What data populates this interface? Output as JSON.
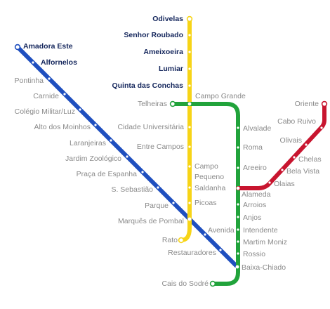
{
  "lines": {
    "blue": {
      "color": "#1f4fbf"
    },
    "yellow": {
      "color": "#f7d417"
    },
    "green": {
      "color": "#21a33b"
    },
    "red": {
      "color": "#c8152f"
    }
  },
  "label_colors": {
    "default": "#8a8a8a",
    "terminus_blue_yellow": "#14265c"
  },
  "stations": {
    "odivelas": "Odivelas",
    "senhor_roubado": "Senhor Roubado",
    "ameixoeira": "Ameixoeira",
    "lumiar": "Lumiar",
    "quinta_das_conchas": "Quinta das Conchas",
    "campo_grande": "Campo Grande",
    "telheiras": "Telheiras",
    "cidade_universitaria": "Cidade Universitária",
    "entre_campos": "Entre Campos",
    "campo_pequeno_1": "Campo",
    "campo_pequeno_2": "Pequeno",
    "saldanha": "Saldanha",
    "picoas": "Picoas",
    "marques_de_pombal": "Marquês de Pombal",
    "rato": "Rato",
    "amadora_este": "Amadora Este",
    "alfornelos": "Alfornelos",
    "pontinha": "Pontinha",
    "carnide": "Carnide",
    "colegio_militar": "Colégio Militar/Luz",
    "alto_dos_moinhos": "Alto dos Moinhos",
    "laranjeiras": "Laranjeiras",
    "jardim_zoologico": "Jardim Zoológico",
    "praca_de_espanha": "Praça de Espanha",
    "s_sebastiao": "S. Sebastião",
    "parque": "Parque",
    "avenida": "Avenida",
    "restauradores": "Restauradores",
    "baixa_chiado": "Baixa-Chiado",
    "cais_do_sodre": "Cais do Sodré",
    "alvalade": "Alvalade",
    "roma": "Roma",
    "areeiro": "Areeiro",
    "alameda": "Alameda",
    "arroios": "Arroios",
    "anjos": "Anjos",
    "intendente": "Intendente",
    "martim_moniz": "Martim Moniz",
    "rossio": "Rossio",
    "oriente": "Oriente",
    "cabo_ruivo": "Cabo Ruivo",
    "olivais": "Olivais",
    "chelas": "Chelas",
    "bela_vista": "Bela Vista",
    "olaias": "Olaias"
  }
}
